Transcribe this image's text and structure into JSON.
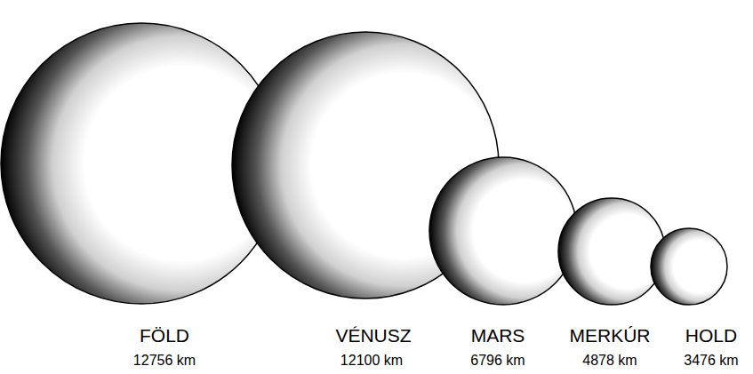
{
  "diagram": {
    "labels": [
      "FÖLD",
      "12756 km",
      "VÉNUSZ",
      "12100 km",
      "MARS",
      "6796 km",
      "MERKÚR",
      "4878 km",
      "HOLD",
      "3476 km"
    ]
  }
}
